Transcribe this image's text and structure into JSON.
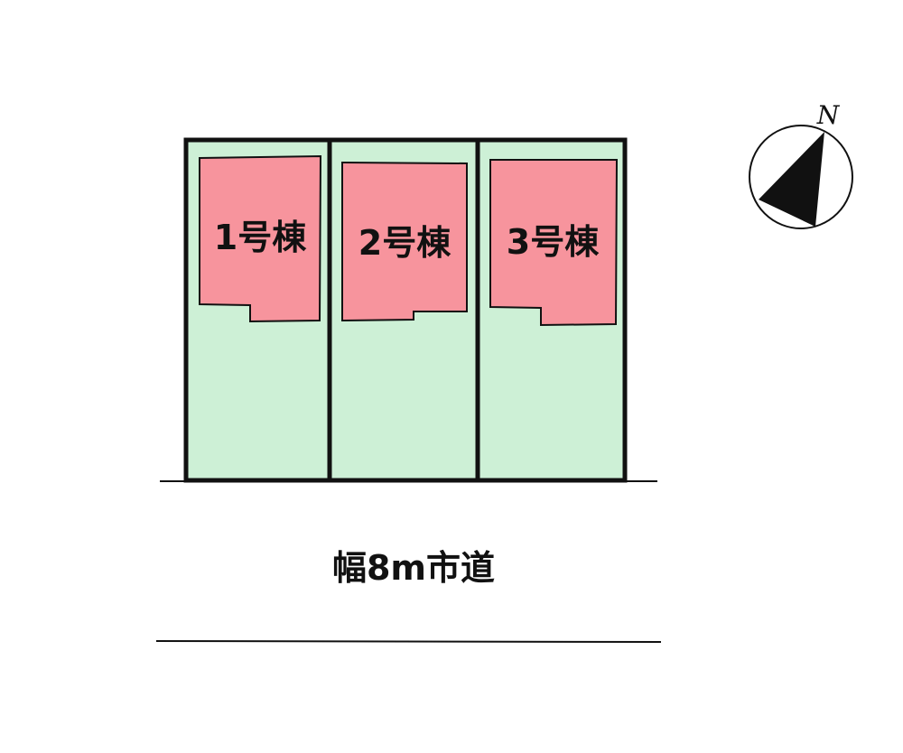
{
  "lots": [
    {
      "house_label": "1号棟"
    },
    {
      "house_label": "2号棟"
    },
    {
      "house_label": "3号棟"
    }
  ],
  "road": {
    "label": "幅8m市道"
  },
  "compass": {
    "north_label": "N",
    "icon": "north-arrow-icon"
  },
  "colors": {
    "lot_fill": "#cdf0d6",
    "house_fill": "#f7949d",
    "outline": "#111111",
    "background": "#ffffff"
  }
}
